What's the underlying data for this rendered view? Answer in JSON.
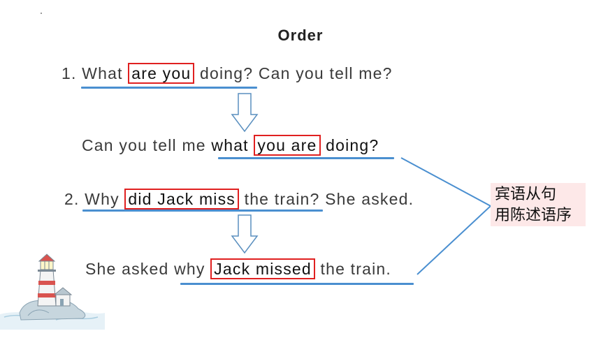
{
  "title": "Order",
  "example1": {
    "question_parts": [
      "1. ",
      "What ",
      "are you",
      " doing? ",
      "Can you tell me?"
    ],
    "answer_parts": [
      "Can you tell me ",
      "what ",
      "you are",
      " doing?"
    ]
  },
  "example2": {
    "question_parts": [
      "2. ",
      "Why ",
      "did Jack miss",
      " the train",
      "? She asked."
    ],
    "answer_parts": [
      "She asked why ",
      "Jack missed",
      " the train."
    ]
  },
  "note": {
    "line1": "宾语从句",
    "line2": "用陈述语序"
  },
  "colors": {
    "box": "#e02020",
    "underline": "#4a8fd0",
    "note_bg": "#fde8e8"
  },
  "icons": [
    "down-arrow-icon",
    "bracket-lines",
    "lighthouse-illustration"
  ]
}
